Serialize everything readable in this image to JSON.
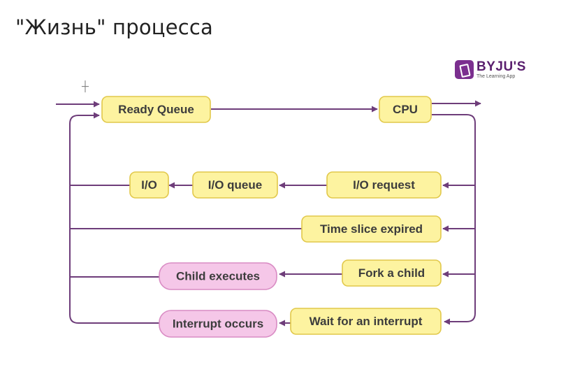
{
  "title": "\"Жизнь\" процесса",
  "logo": {
    "brand": "BYJU'S",
    "tagline": "The Learning App"
  },
  "colors": {
    "arrow": "#6e3d7a",
    "yellow_fill": "#fdf3a0",
    "yellow_stroke": "#e1c84a",
    "pink_fill": "#f5c7e8",
    "pink_stroke": "#d98cc4"
  },
  "nodes": {
    "ready_queue": "Ready Queue",
    "cpu": "CPU",
    "io": "I/O",
    "io_queue": "I/O queue",
    "io_request": "I/O request",
    "time_slice": "Time slice expired",
    "fork_child": "Fork a child",
    "child_executes": "Child executes",
    "wait_interrupt": "Wait for an interrupt",
    "interrupt_occurs": "Interrupt occurs"
  }
}
